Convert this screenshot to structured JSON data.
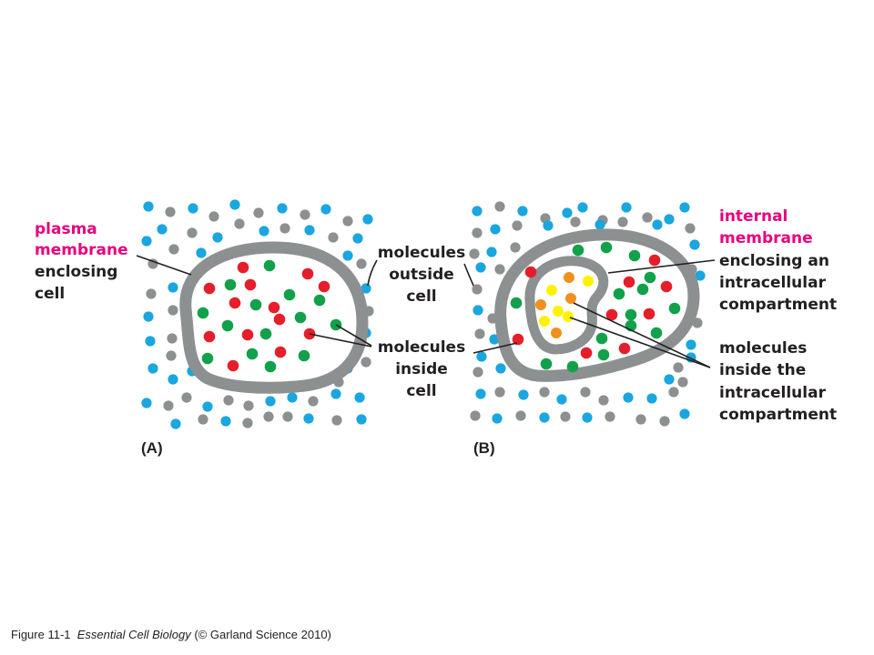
{
  "colors": {
    "membrane": "#8c9091",
    "outside_blue": "#1aa6df",
    "outside_gray": "#8c9091",
    "inside_red": "#e41f2b",
    "inside_green": "#11a14a",
    "compartment_yellow": "#fff200",
    "compartment_orange": "#f0901e",
    "label_magenta": "#e6007e",
    "label_black": "#231f20"
  },
  "panel_a": {
    "panel_label": "(A)",
    "plasma_membrane_label": [
      "plasma",
      "membrane"
    ],
    "enclosing_cell_label": [
      "enclosing",
      "cell"
    ],
    "molecules_outside_label": [
      "molecules",
      "outside",
      "cell"
    ],
    "molecules_inside_label": [
      "molecules",
      "inside",
      "cell"
    ]
  },
  "panel_b": {
    "panel_label": "(B)",
    "internal_membrane_label": [
      "internal",
      "membrane"
    ],
    "enclosing_compartment_label": [
      "enclosing an",
      "intracellular",
      "compartment"
    ],
    "molecules_inside_compartment_label": [
      "molecules",
      "inside the",
      "intracellular",
      "compartment"
    ]
  },
  "caption": {
    "figure_number": "Figure 11-1",
    "book_title": "Essential Cell Biology",
    "credit": "(© Garland Science 2010)"
  }
}
